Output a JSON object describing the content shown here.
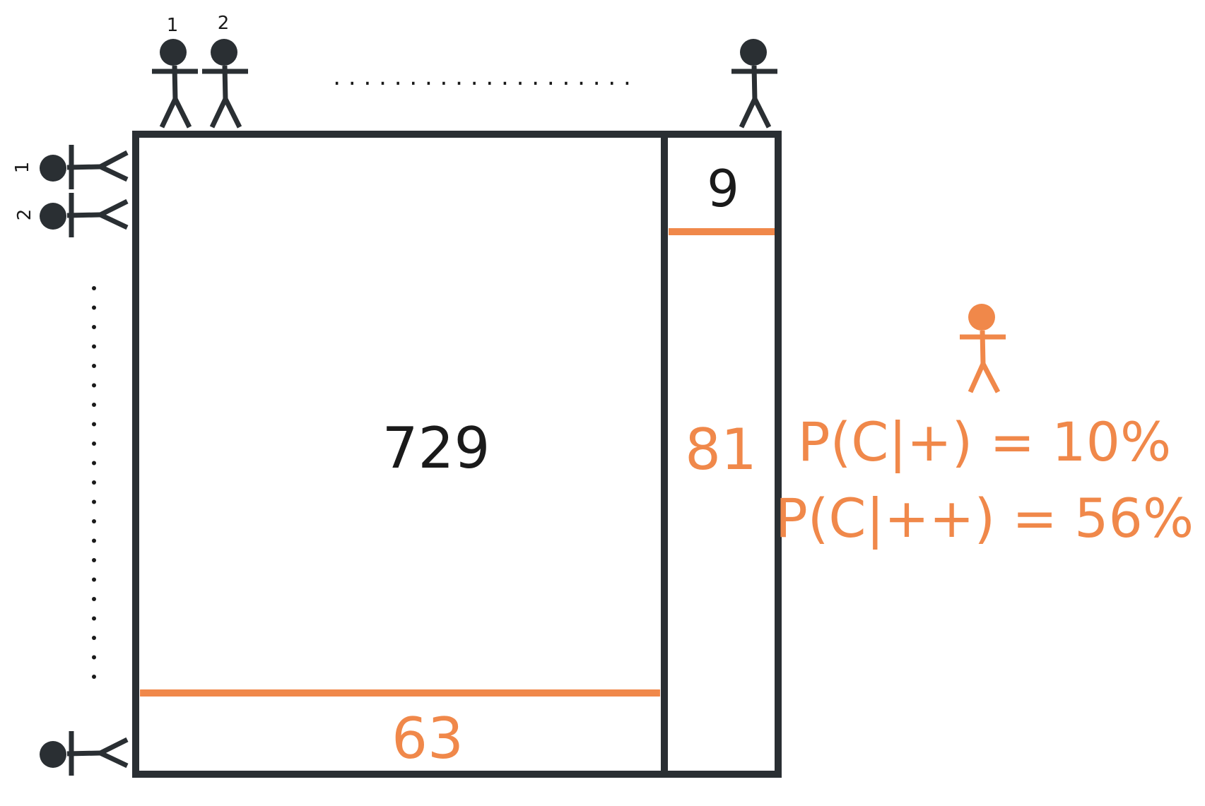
{
  "colors": {
    "dark": "#2a2f33",
    "accent": "#f0884a",
    "text": "#1a1a1a"
  },
  "top_people": {
    "label_1": "1",
    "label_2": "2",
    "ellipsis": ". . . . . . . . . . . . . . . . . . . ."
  },
  "left_people": {
    "label_1": "1",
    "label_2": "2"
  },
  "grid": {
    "both_negative_count": "729",
    "single_positive_row_count": "9",
    "single_positive_column_count": "81",
    "single_positive_bottom_count": "63"
  },
  "annotation": {
    "icon": "person-icon",
    "line_1": "P(C|+) = 10%",
    "line_2": "P(C|++) = 56%"
  }
}
